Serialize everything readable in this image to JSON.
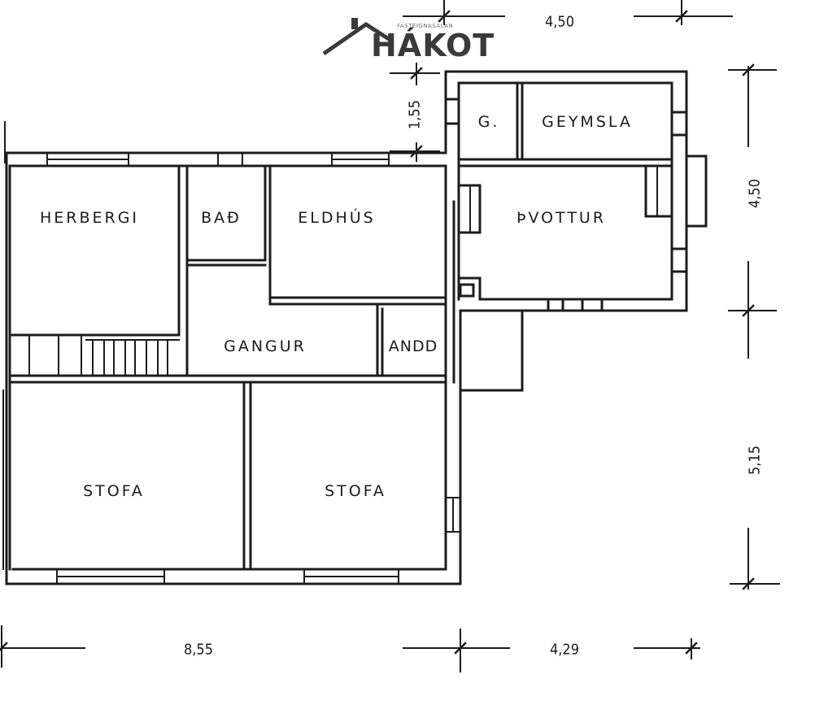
{
  "logo": {
    "brand": "HÁKOT",
    "tagline": "FASTEIGNASALAN"
  },
  "rooms": {
    "herbergi": "HERBERGI",
    "bad": "BAÐ",
    "eldhus": "ELDHÚS",
    "gangur": "GANGUR",
    "andd": "ANDD",
    "stofa_left": "STOFA",
    "stofa_right": "STOFA",
    "g": "G.",
    "geymsla": "GEYMSLA",
    "thvottur": "ÞVOTTUR"
  },
  "dimensions": {
    "top_width": "4,50",
    "annex_offset": "1,55",
    "right_upper": "4,50",
    "right_lower": "5,15",
    "bottom_left": "8,55",
    "bottom_right": "4,29"
  },
  "colors": {
    "line": "#1c1c1c",
    "background": "#ffffff",
    "logo": "#3a3a3a"
  }
}
